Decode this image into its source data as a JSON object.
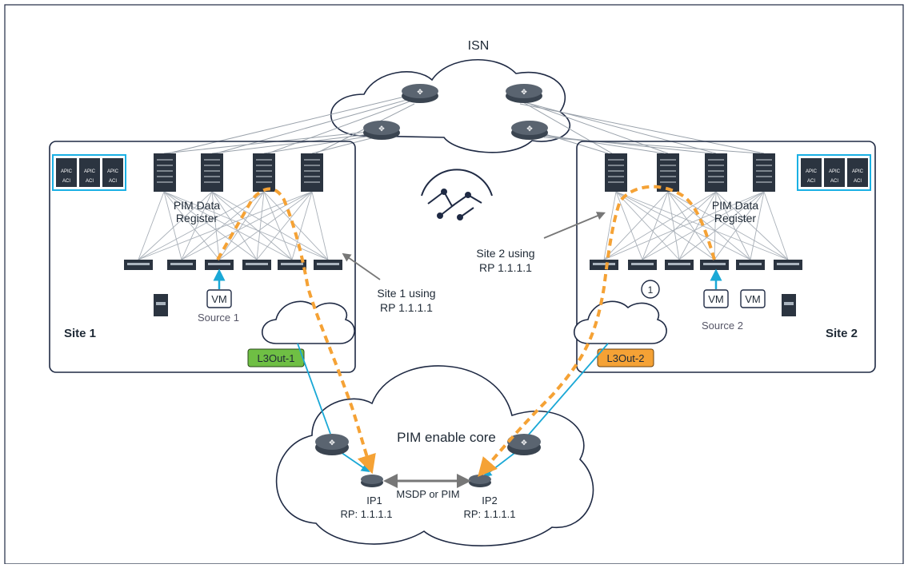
{
  "isn": {
    "label": "ISN"
  },
  "site1": {
    "name": "Site 1",
    "pim_label_1": "PIM Data",
    "pim_label_2": "Register",
    "rp_text_1": "Site 1 using",
    "rp_text_2": "RP 1.1.1.1",
    "vm": "VM",
    "source": "Source 1",
    "l3out": "L3Out-1"
  },
  "site2": {
    "name": "Site 2",
    "pim_label_1": "PIM Data",
    "pim_label_2": "Register",
    "rp_text_1": "Site 2 using",
    "rp_text_2": "RP 1.1.1.1",
    "vm1": "VM",
    "vm2": "VM",
    "source": "Source 2",
    "l3out": "L3Out-2",
    "step": "1"
  },
  "apic": {
    "label": "APIC",
    "tag": "ACI"
  },
  "core": {
    "title": "PIM enable core",
    "ip1": "IP1",
    "ip1_rp": "RP: 1.1.1.1",
    "ip2": "IP2",
    "ip2_rp": "RP: 1.1.1.1",
    "link_label": "MSDP or PIM"
  },
  "colors": {
    "border": "#1f2a44",
    "apic_frame": "#1ab0e4",
    "link_blue": "#1aa8d6",
    "flow_orange": "#f5a235",
    "l3out1_bg": "#6fbf44",
    "l3out2_bg": "#f5a235",
    "device": "#2b3440"
  }
}
